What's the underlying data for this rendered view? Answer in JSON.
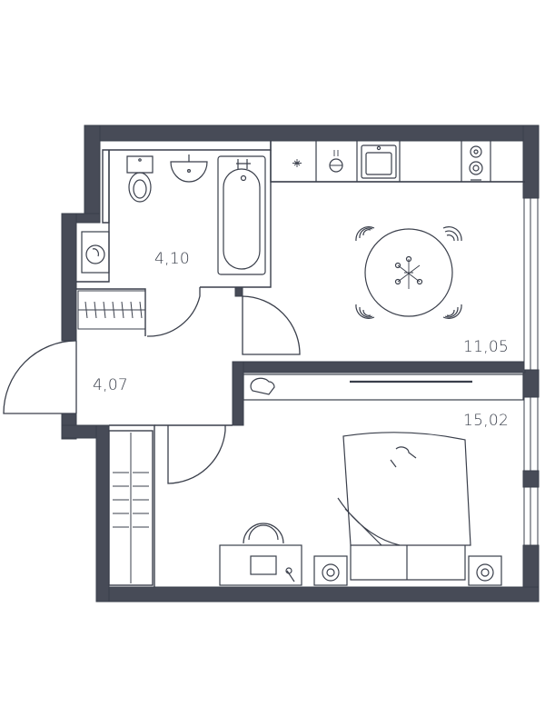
{
  "plan": {
    "wall_color": "#474b57",
    "line_color": "#3a3f4b",
    "rooms": [
      {
        "id": "bathroom",
        "area": "4,10"
      },
      {
        "id": "hallway",
        "area": "4,07"
      },
      {
        "id": "kitchen",
        "area": "11,05"
      },
      {
        "id": "bedroom",
        "area": "15,02"
      }
    ]
  }
}
